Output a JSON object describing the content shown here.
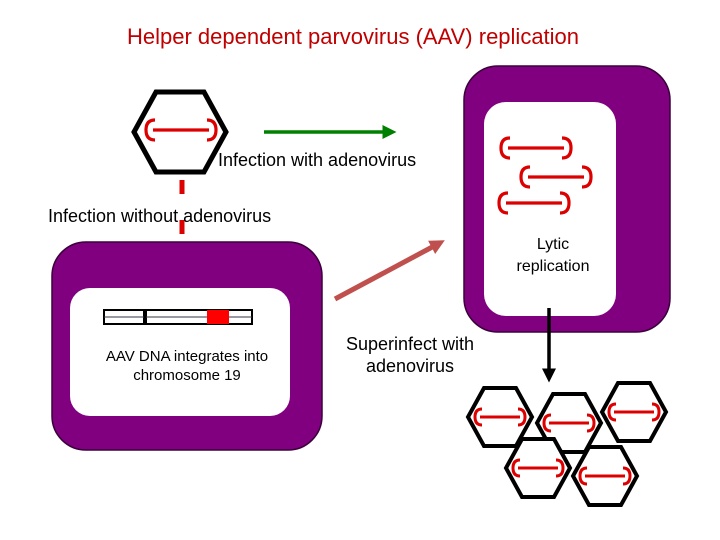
{
  "title": "Helper dependent parvovirus (AAV) replication",
  "labels": {
    "infection_with": "Infection with adenovirus",
    "infection_without": "Infection without adenovirus",
    "lytic": "Lytic replication",
    "integration": "AAV DNA integrates into chromosome 19",
    "superinfect": "Superinfect with adenovirus"
  },
  "colors": {
    "title": "#c00000",
    "cell_wall": "#800080",
    "virus_dna": "#dd0000",
    "arrow_infection": "#008000",
    "arrow_lytic": "#000000",
    "arrow_superinfect": "#c0504d",
    "arrow_latent": "#dd0000",
    "chromosome_insert": "#ff0000"
  },
  "icons": {
    "virion": "hexagon-capsid-icon",
    "genome": "dna-hairpin-icon"
  }
}
